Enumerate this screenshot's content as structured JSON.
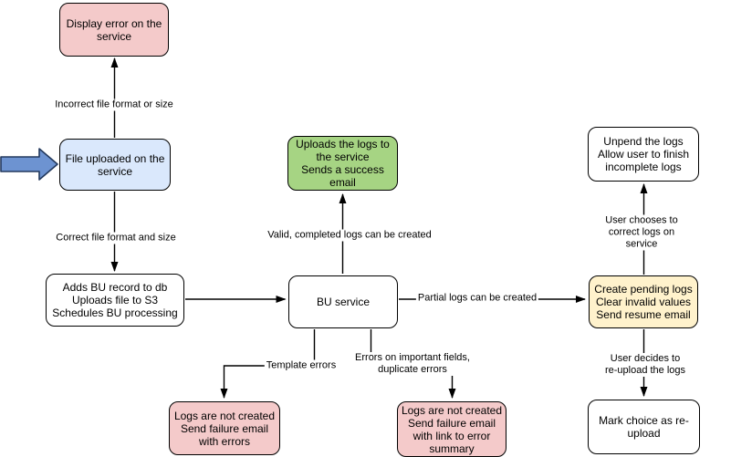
{
  "nodes": {
    "display_error": {
      "text": "Display error on the\nservice"
    },
    "file_uploaded": {
      "text": "File uploaded on the\nservice"
    },
    "adds_bu_record": {
      "text": "Adds BU record to db\nUploads file to S3\nSchedules BU processing"
    },
    "uploads_logs": {
      "text": "Uploads the logs to\nthe service\nSends a success\nemail"
    },
    "bu_service": {
      "text": "BU service"
    },
    "unpend_logs": {
      "text": "Unpend the logs\nAllow user to finish\nincomplete logs"
    },
    "create_pending": {
      "text": "Create pending logs\nClear invalid values\nSend resume email"
    },
    "mark_reupload": {
      "text": "Mark choice as re-\nupload"
    },
    "fail_template": {
      "text": "Logs are not created\nSend failure email\nwith errors"
    },
    "fail_fields": {
      "text": "Logs are not created\nSend failure email\nwith link to error\nsummary"
    }
  },
  "edge_labels": {
    "incorrect_format": {
      "text": "Incorrect file format or size"
    },
    "correct_format": {
      "text": "Correct file format and size"
    },
    "valid_logs": {
      "text": "Valid, completed logs can be created"
    },
    "partial_logs": {
      "text": "Partial logs can be created"
    },
    "template_errors": {
      "text": "Template errors"
    },
    "field_errors": {
      "text": "Errors on important fields,\nduplicate errors"
    },
    "user_corrects": {
      "text": "User chooses to correct logs on service"
    },
    "user_reuploads": {
      "text": "User decides to re-upload the logs"
    }
  },
  "colors": {
    "canvas": "#ffffff",
    "node_border": "#000000",
    "edge": "#000000",
    "fill_pink": "#f4caca",
    "fill_blue": "#dae8fc",
    "fill_green": "#a6d483",
    "fill_yellow": "#fff2cc",
    "fill_white": "#ffffff",
    "pointer_fill": "#6d93d1",
    "pointer_border": "#23395d"
  }
}
